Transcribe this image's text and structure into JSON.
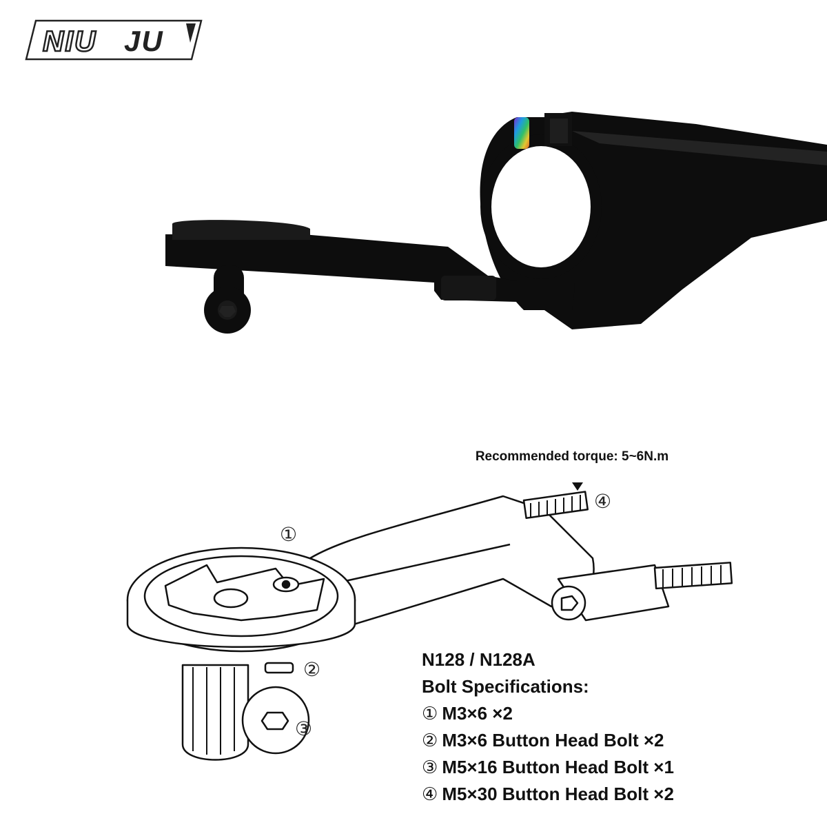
{
  "logo": {
    "text_left": "NIU",
    "text_right": "JU"
  },
  "diagram": {
    "torque_label": "Recommended torque: 5~6N.m",
    "callouts": [
      "①",
      "②",
      "③",
      "④"
    ]
  },
  "specs": {
    "model": "N128 / N128A",
    "heading": "Bolt Specifications:",
    "items": [
      {
        "num": "①",
        "text": "M3×6 ×2"
      },
      {
        "num": "②",
        "text": "M3×6 Button Head Bolt ×2"
      },
      {
        "num": "③",
        "text": "M5×16 Button Head Bolt ×1"
      },
      {
        "num": "④",
        "text": "M5×30 Button Head Bolt ×2"
      }
    ]
  },
  "colors": {
    "mount_black": "#0d0d0d",
    "bolt_rainbow": [
      "#7a2bd1",
      "#1e9be0",
      "#2fc06a",
      "#e3c630",
      "#e0642a"
    ]
  }
}
